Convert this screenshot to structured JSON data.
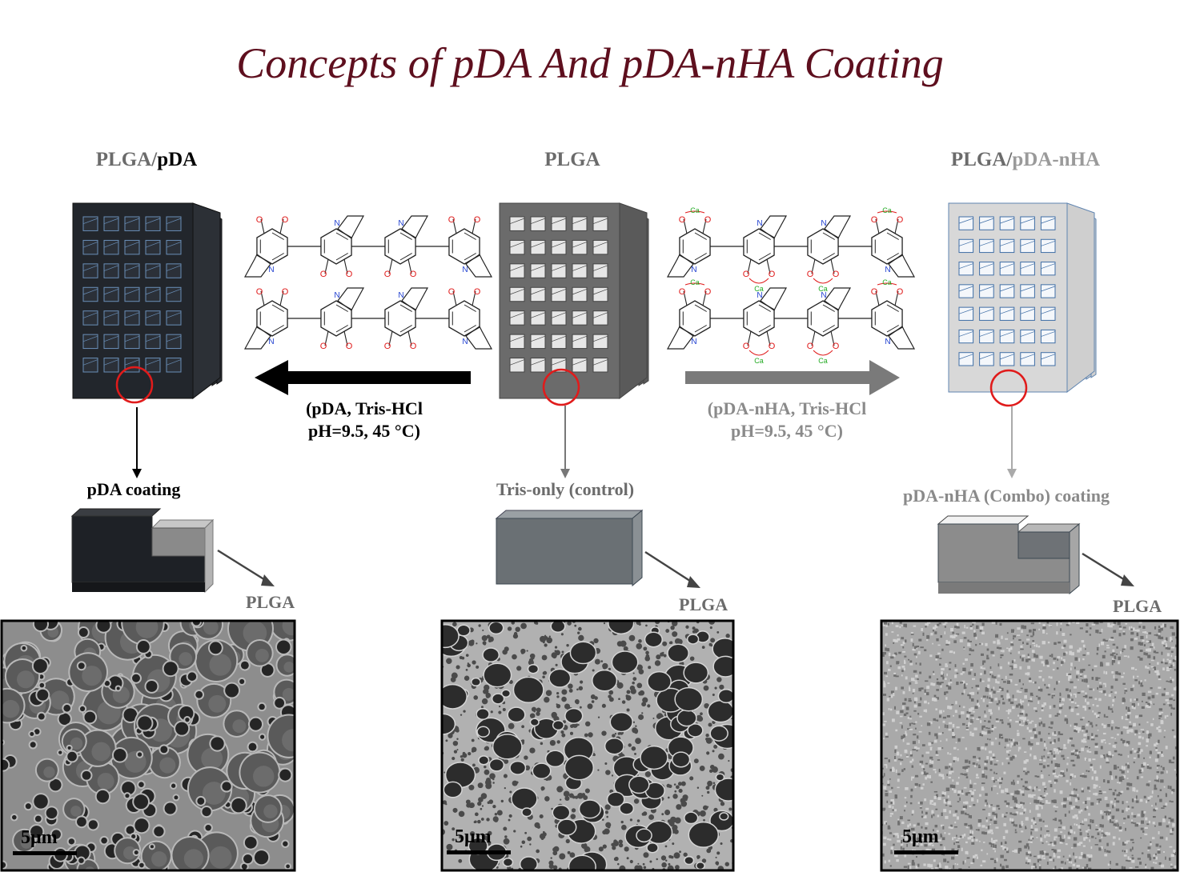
{
  "title": "Concepts of pDA And pDA-nHA Coating",
  "colors": {
    "title": "#5e0f1e",
    "pda_dark": "#1f2328",
    "plga_gray": "#6f6f6f",
    "combo_light": "#dcdcdc",
    "highlight_circle": "#e01b1b",
    "gray_text": "#7a7a7a",
    "light_gray_text": "#9a9a9a"
  },
  "columns": {
    "left": {
      "heading_part1": "PLGA/",
      "heading_part2": "pDA",
      "coating_label": "pDA coating",
      "block_label": "PLGA",
      "scale_label": "5μm"
    },
    "center": {
      "heading": "PLGA",
      "coating_label": "Tris-only (control)",
      "block_label": "PLGA",
      "scale_label": "5μm"
    },
    "right": {
      "heading_part1": "PLGA/",
      "heading_part2": "pDA-nHA",
      "coating_label": "pDA-nHA (Combo) coating",
      "block_label": "PLGA",
      "scale_label": "5μm"
    }
  },
  "arrows": {
    "left": {
      "line1": "(pDA, Tris-HCl",
      "line2": "pH=9.5, 45 °C)"
    },
    "right": {
      "line1": "(pDA-nHA, Tris-HCl",
      "line2": "pH=9.5, 45 °C)"
    }
  },
  "molecules": {
    "atom_o": "O",
    "atom_n": "N",
    "atom_ca": "Ca"
  }
}
